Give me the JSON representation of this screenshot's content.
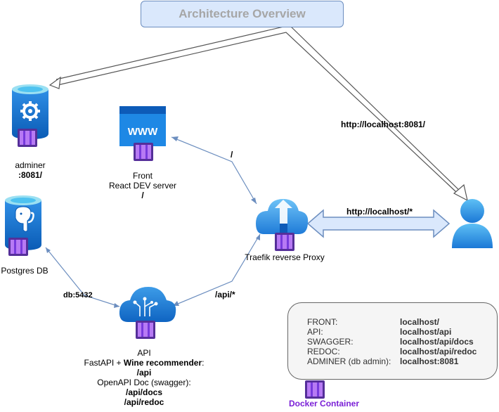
{
  "title": "Architecture Overview",
  "nodes": {
    "adminer": {
      "line1": "adminer",
      "line2": ":8081/"
    },
    "front": {
      "line1": "Front",
      "line2": "React DEV server",
      "line3": "/"
    },
    "postgres": {
      "line1": "Postgres DB"
    },
    "traefik": {
      "line1": "Traefik reverse Proxy"
    },
    "api": {
      "line1": "API",
      "line2a": "FastAPI + ",
      "line2b": "Wine recommender",
      "line2c": ":",
      "line3": "/api",
      "line4": "OpenAPI Doc (swagger):",
      "line5": "/api/docs",
      "line6": "/api/redoc"
    }
  },
  "edges": {
    "user_adminer": "http://localhost:8081/",
    "user_traefik": "http://localhost/*",
    "traefik_front": "/",
    "traefik_api": "/api/*",
    "api_db": "db:5432"
  },
  "legend": [
    {
      "key": "FRONT:",
      "value": "localhost/"
    },
    {
      "key": "API:",
      "value": "localhost/api"
    },
    {
      "key": "SWAGGER:",
      "value": "localhost/api/docs"
    },
    {
      "key": "REDOC:",
      "value": "localhost/api/redoc"
    },
    {
      "key": "ADMINER (db admin):",
      "value": "localhost:8081"
    }
  ],
  "docker_label": "Docker Container",
  "colors": {
    "arrow": "#6c8ebf",
    "arrow_fill": "#dae8fc",
    "azure_blue": "#0078d4",
    "docker_purple": "#7a1fd6"
  }
}
